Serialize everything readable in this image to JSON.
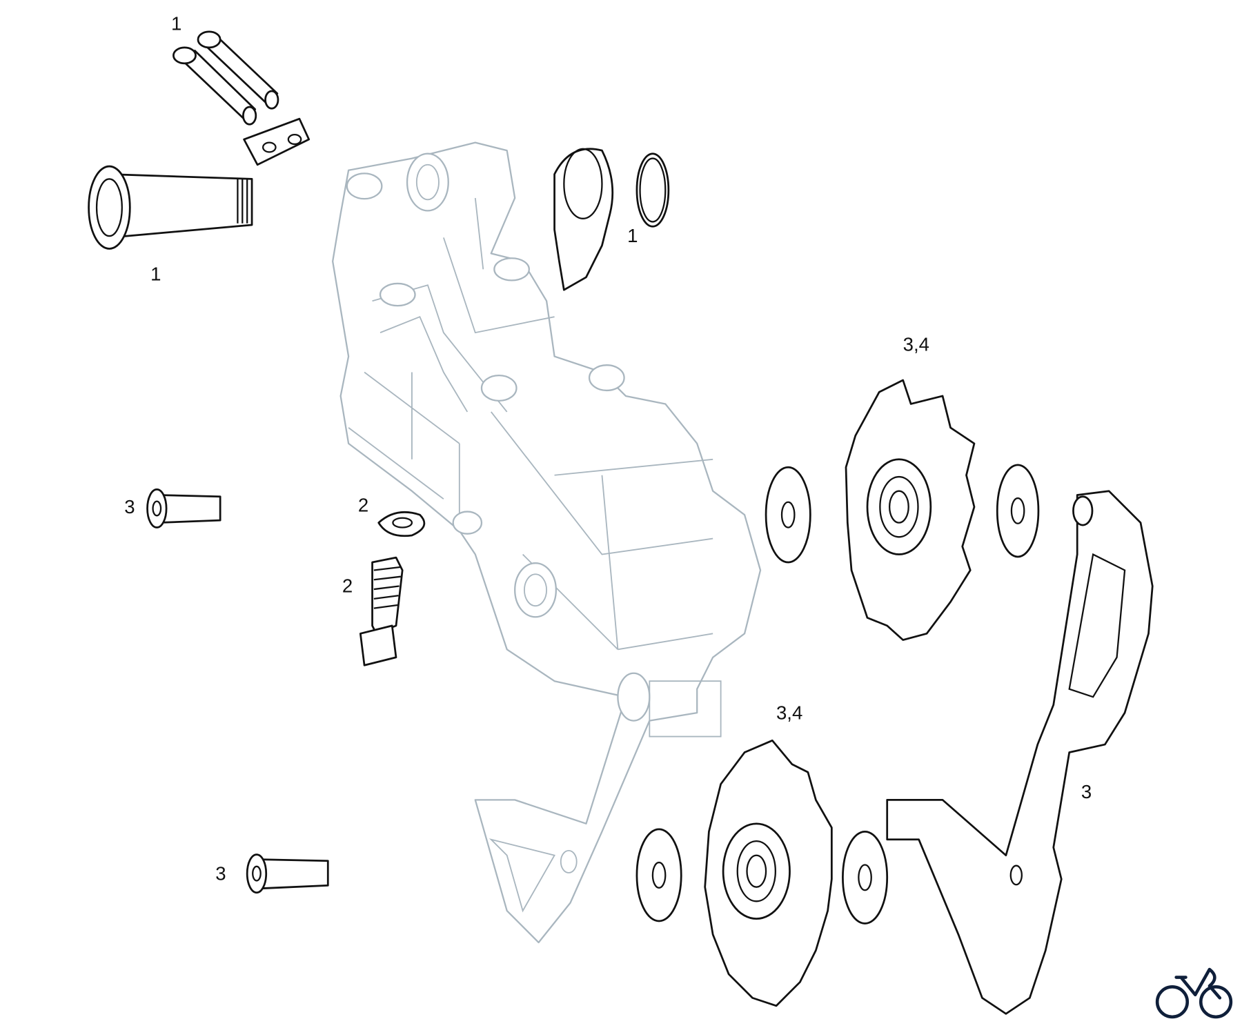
{
  "diagram": {
    "callouts": {
      "pins": "1",
      "pivot_bolt": "1",
      "b_knuckle": "1",
      "upper_pulley": "3,4",
      "lower_pulley": "3,4",
      "upper_pulley_bolt": "3",
      "lower_pulley_bolt": "3",
      "cage_plate": "3",
      "lock_washer": "2",
      "limit_screw": "2"
    },
    "colors": {
      "part_outline": "#111111",
      "body_outline": "#a9b6bf",
      "logo": "#0f1f3a"
    }
  },
  "logo": {
    "icon": "bicycle-icon"
  }
}
